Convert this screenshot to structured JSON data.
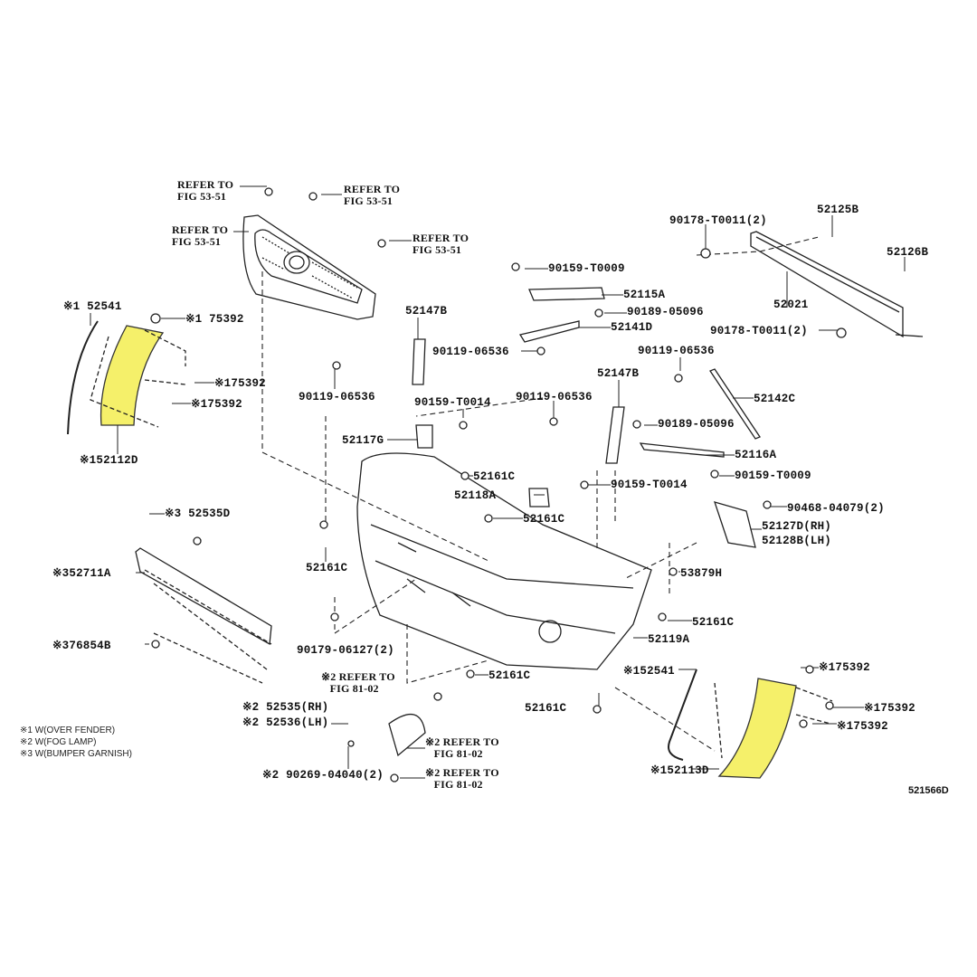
{
  "diagram": {
    "labels": [
      "REFER TO\nFIG 53-51",
      "REFER TO\nFIG 53-51",
      "REFER TO\nFIG 53-51",
      "REFER TO\nFIG 53-51",
      "※1 52541",
      "※1 75392",
      "※175392",
      "※175392",
      "※152112D",
      "52147B",
      "90119-06536",
      "90159-T0014",
      "52117G",
      "52161C",
      "52118A",
      "52161C",
      "52161C",
      "90178-T0011(2)",
      "52125B",
      "52126B",
      "52021",
      "90178-T0011(2)",
      "90159-T0009",
      "52115A",
      "90189-05096",
      "52141D",
      "90119-06536",
      "90119-06536",
      "52147B",
      "90119-06536",
      "52142C",
      "90189-05096",
      "52116A",
      "90159-T0009",
      "90159-T0014",
      "90468-04079(2)",
      "52127D(RH)",
      "52128B(LH)",
      "53879H",
      "※3 52535D",
      "※352711A",
      "※376854B",
      "90179-06127(2)",
      "52161C",
      "52119A",
      "52161C",
      "※152541",
      "※175392",
      "※175392",
      "※175392",
      "52161C",
      "※152113D",
      "※2 REFER TO\n   FIG 81-02",
      "※2 52535(RH)",
      "※2 52536(LH)",
      "※2 REFER TO\n   FIG 81-02",
      "※2 90269-04040(2)",
      "※2 REFER TO\n   FIG 81-02"
    ],
    "notes": [
      "※1 W(OVER FENDER)",
      "※2 W(FOG LAMP)",
      "※3 W(BUMPER GARNISH)"
    ],
    "figure_code": "521566D",
    "highlight_color": "#f5f06a"
  }
}
